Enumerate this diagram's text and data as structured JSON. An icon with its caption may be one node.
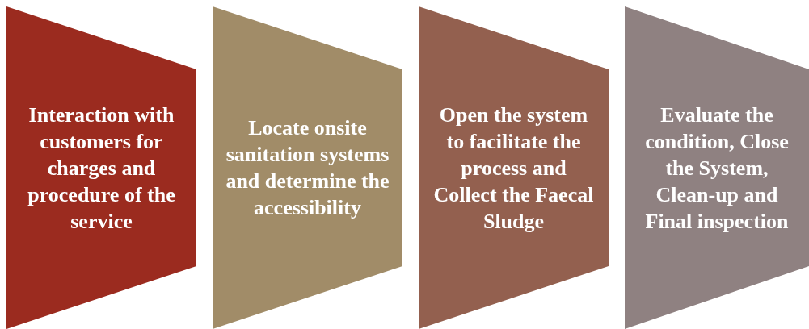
{
  "diagram": {
    "nodes": [
      {
        "text": [
          "Interaction with customers for charges and procedure of the service"
        ]
      },
      {
        "text": [
          "Locate onsite sanitation systems and determine the accessibility"
        ]
      },
      {
        "text": [
          "Open the system to facilitate the process and Collect the Faecal Sludge"
        ]
      },
      {
        "text": [
          "Evaluate the condition, Close the System, Clean-up and Final inspection"
        ]
      }
    ]
  }
}
